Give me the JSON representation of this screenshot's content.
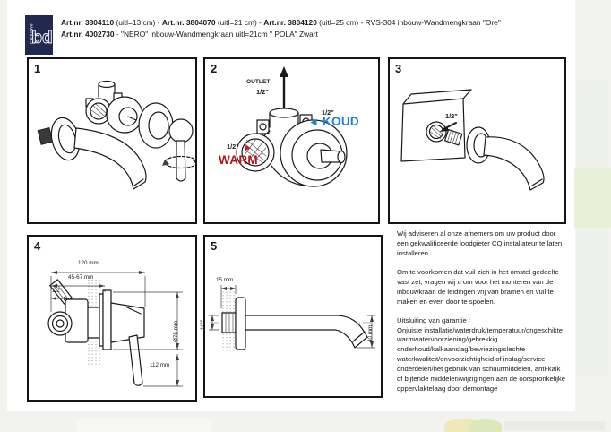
{
  "colors": {
    "brand_navy": "#232850",
    "cold_blue": "#1b80de",
    "warm_red": "#b5161b",
    "ink": "#1a1a1a"
  },
  "logo": {
    "vertical_text": "Exclusive",
    "monogram": "bd"
  },
  "header": {
    "line1": {
      "art1_bold": "Art.nr. 3804110",
      "art1_rest": " (uitl=13 cm) - ",
      "art2_bold": "Art.nr. 3804070",
      "art2_rest": " (uitl=21 cm) - ",
      "art3_bold": "Art.nr. 3804120",
      "art3_rest": " (uitl=25 cm) - RVS-304 inbouw-Wandmengkraan \"Ore\""
    },
    "line2": {
      "art4_bold": "Art.nr. 4002730",
      "art4_rest": " - \"NERO\" inbouw-Wandmengkraan uitl=21cm \" POLA\" Zwart"
    }
  },
  "panels": {
    "p1": {
      "number": "1"
    },
    "p2": {
      "number": "2",
      "outlet_label": "OUTLET",
      "outlet_size": "1/2\"",
      "cold_size": "1/2\"",
      "cold_arrow": "◄",
      "cold_label": "KOUD",
      "warm_size": "1/2\"",
      "warm_arrow": "►",
      "warm_label": "WARM"
    },
    "p3": {
      "number": "3",
      "connection_size": "1/2\""
    },
    "p4": {
      "number": "4",
      "dim_depth_total": "120 mm",
      "dim_depth_range": "45-67 mm",
      "dim_thread": "1/2\"",
      "dim_flange_diameter": "Ø75 mm",
      "dim_handle_length": "112 mm"
    },
    "p5": {
      "number": "5",
      "dim_wall_thickness": "15 mm",
      "dim_thread": "1/2\"",
      "dim_drop": "40 mm"
    }
  },
  "notes": {
    "para1": "Wij adviseren al onze afnemers om uw product door een gekwalificeerde loodgieter CQ installateur te laten installeren.",
    "para2": "Om te voorkomen dat vuil zich in het omstel gedeelte vast zet, vragen wij u om voor het monteren van de inbouwkraan de leidingen vrij van bramen en vuil te maken en even door te spoelen.",
    "garantie_title": "Uitsluiting van garantie :",
    "garantie_body": "Onjuiste installatie/waterdruk/temperatuur/ongeschikte warmwatervoorziening/gebrekkig onderhoud/kalkaanslag/bevriezing/slechte waterkwaliteit/onvoorzichtigheid of inslag/service onderdelen/het gebruik van schuurmiddelen, anti-kalk of bijtende middelen/wijzigingen aan de oorspronkelijke oppervlaktelaag  door demontage"
  }
}
